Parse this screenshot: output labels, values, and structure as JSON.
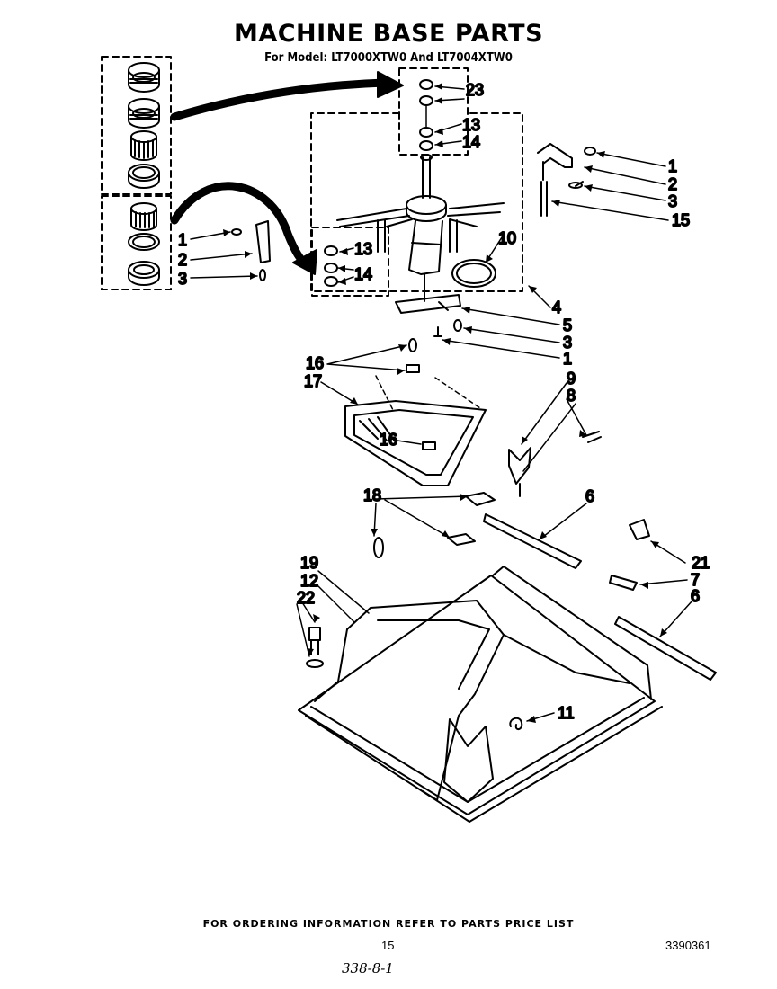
{
  "header": {
    "title": "MACHINE BASE PARTS",
    "subtitle": "For Model: LT7000XTW0 And LT7004XTW0"
  },
  "footer": {
    "ordering_note": "FOR ORDERING INFORMATION REFER TO PARTS PRICE LIST",
    "page_number": "15",
    "document_number": "3390361",
    "handwritten_note": "338-8-1"
  },
  "callouts": [
    {
      "id": "c23",
      "label": "23"
    },
    {
      "id": "c13a",
      "label": "13"
    },
    {
      "id": "c14a",
      "label": "14"
    },
    {
      "id": "c1a",
      "label": "1"
    },
    {
      "id": "c2a",
      "label": "2"
    },
    {
      "id": "c3a",
      "label": "3"
    },
    {
      "id": "c15",
      "label": "15"
    },
    {
      "id": "c1b",
      "label": "1"
    },
    {
      "id": "c2b",
      "label": "2"
    },
    {
      "id": "c3b",
      "label": "3"
    },
    {
      "id": "c13b",
      "label": "13"
    },
    {
      "id": "c14b",
      "label": "14"
    },
    {
      "id": "c10",
      "label": "10"
    },
    {
      "id": "c4",
      "label": "4"
    },
    {
      "id": "c5",
      "label": "5"
    },
    {
      "id": "c3c",
      "label": "3"
    },
    {
      "id": "c1c",
      "label": "1"
    },
    {
      "id": "c16a",
      "label": "16"
    },
    {
      "id": "c17",
      "label": "17"
    },
    {
      "id": "c16b",
      "label": "16"
    },
    {
      "id": "c9",
      "label": "9"
    },
    {
      "id": "c8",
      "label": "8"
    },
    {
      "id": "c18",
      "label": "18"
    },
    {
      "id": "c6a",
      "label": "6"
    },
    {
      "id": "c21",
      "label": "21"
    },
    {
      "id": "c19",
      "label": "19"
    },
    {
      "id": "c12",
      "label": "12"
    },
    {
      "id": "c7",
      "label": "7"
    },
    {
      "id": "c22",
      "label": "22"
    },
    {
      "id": "c6b",
      "label": "6"
    },
    {
      "id": "c11",
      "label": "11"
    }
  ]
}
